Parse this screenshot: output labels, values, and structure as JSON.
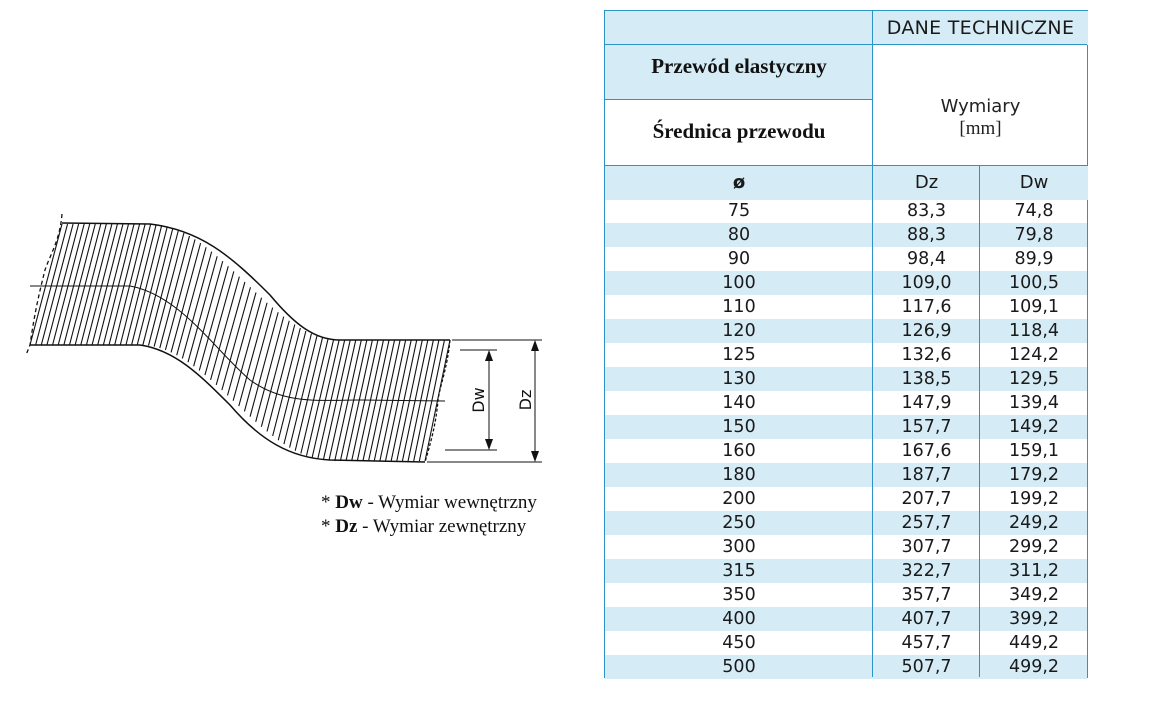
{
  "diagram": {
    "label_dw": "Dw",
    "label_dz": "Dz"
  },
  "legend": [
    {
      "prefix": "* ",
      "code": "Dw",
      "text": " - Wymiar wewnętrzny"
    },
    {
      "prefix": "* ",
      "code": "Dz",
      "text": " - Wymiar zewnętrzny"
    }
  ],
  "table": {
    "header": "DANE TECHNICZNE",
    "product": "Przewód elastyczny",
    "diameter_label": "Średnica przewodu",
    "dimensions_label": "Wymiary",
    "unit": "[mm]",
    "col_diameter": "ø",
    "col_dz": "Dz",
    "col_dw": "Dw",
    "rows": [
      {
        "d": "75",
        "dz": "83,3",
        "dw": "74,8"
      },
      {
        "d": "80",
        "dz": "88,3",
        "dw": "79,8"
      },
      {
        "d": "90",
        "dz": "98,4",
        "dw": "89,9"
      },
      {
        "d": "100",
        "dz": "109,0",
        "dw": "100,5"
      },
      {
        "d": "110",
        "dz": "117,6",
        "dw": "109,1"
      },
      {
        "d": "120",
        "dz": "126,9",
        "dw": "118,4"
      },
      {
        "d": "125",
        "dz": "132,6",
        "dw": "124,2"
      },
      {
        "d": "130",
        "dz": "138,5",
        "dw": "129,5"
      },
      {
        "d": "140",
        "dz": "147,9",
        "dw": "139,4"
      },
      {
        "d": "150",
        "dz": "157,7",
        "dw": "149,2"
      },
      {
        "d": "160",
        "dz": "167,6",
        "dw": "159,1"
      },
      {
        "d": "180",
        "dz": "187,7",
        "dw": "179,2"
      },
      {
        "d": "200",
        "dz": "207,7",
        "dw": "199,2"
      },
      {
        "d": "250",
        "dz": "257,7",
        "dw": "249,2"
      },
      {
        "d": "300",
        "dz": "307,7",
        "dw": "299,2"
      },
      {
        "d": "315",
        "dz": "322,7",
        "dw": "311,2"
      },
      {
        "d": "350",
        "dz": "357,7",
        "dw": "349,2"
      },
      {
        "d": "400",
        "dz": "407,7",
        "dw": "399,2"
      },
      {
        "d": "450",
        "dz": "457,7",
        "dw": "449,2"
      },
      {
        "d": "500",
        "dz": "507,7",
        "dw": "499,2"
      }
    ]
  }
}
